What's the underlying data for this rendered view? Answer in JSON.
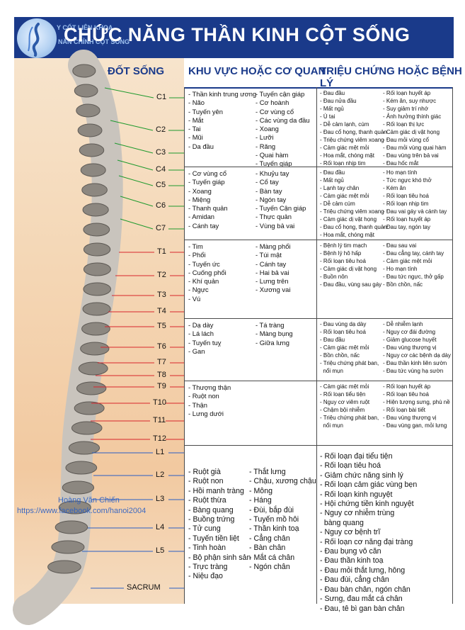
{
  "header": {
    "logo_text": "Y CỐT LIÊN KHOA",
    "logo_sub": "NẮN CHỈNH CỘT SỐNG",
    "title": "CHỨC NĂNG THẦN KINH CỘT SỐNG"
  },
  "columns": {
    "vertebra": "ĐỐT SỐNG",
    "area": "KHU VỰC HOẶC CƠ QUAN",
    "symptoms": "TRIỆU CHỨNG HOẶC BỆNH LÝ"
  },
  "vertebrae": [
    "C1",
    "C2",
    "C3",
    "C4",
    "C5",
    "C6",
    "C7",
    "T1",
    "T2",
    "T3",
    "T4",
    "T5",
    "T6",
    "T7",
    "T8",
    "T9",
    "T10",
    "T11",
    "T12",
    "L1",
    "L2",
    "L3",
    "L4",
    "L5",
    "SACRUM"
  ],
  "rows": [
    {
      "area_a": "- Thần kinh trung ương\n- Não\n- Tuyến yên\n- Mắt\n- Tai\n- Mũi\n- Da đầu",
      "area_b": "- Tuyến cận giáp\n- Cơ hoành\n- Cơ vùng cổ\n- Các vùng da đầu\n- Xoang\n- Lưỡi\n- Răng\n- Quai hàm\n- Tuyến giáp",
      "sym_a": "- Đau đầu\n- Đau nửa đầu\n- Mất ngủ\n- Ù tai\n- Dễ cảm lạnh, cúm\n- Đau cổ họng, thanh quản\n- Triệu chứng viêm xoang\n- Cảm giác mệt mỏi\n- Hoa mắt, chóng mặt\n- Rối loạn nhịp tim",
      "sym_b": "- Rối loạn huyết áp\n- Kém ăn, suy nhược\n- Suy giảm trí nhớ\n- Ảnh hưởng thính giác\n- Rối loạn thị lực\n- Cảm giác dị vật họng\n- Đau mỏi vùng cổ\n- Đau mỏi vùng quai hàm\n- Đau vùng trên bả vai\n- Đau hốc mắt"
    },
    {
      "area_a": "- Cơ vùng cổ\n- Tuyến giáp\n- Xoang\n- Miệng\n- Thanh quản\n- Amidan\n- Cánh tay",
      "area_b": "- Khuỷu tay\n- Cổ tay\n- Bàn tay\n- Ngón tay\n- Tuyến Cận giáp\n- Thực quản\n- Vùng bả vai",
      "sym_a": "- Đau đầu\n- Mất ngủ\n- Lạnh tay chân\n- Cảm giác mệt mỏi\n- Dễ cảm cúm\n- Triệu chứng viêm xoang\n- Cảm giác dị vật họng\n- Đau cổ họng, thanh quản\n- Hoa mắt, chóng mặt",
      "sym_b": "- Ho mạn tính\n- Tức ngực khó thở\n- Kém ăn\n- Rối loạn tiêu hoá\n- Rối loạn nhịp tim\n- Đau vai gáy và cánh tay\n- Rối loạn huyết áp\n- Đau tay, ngón tay"
    },
    {
      "area_a": "- Tim\n- Phổi\n- Tuyến ức\n- Cuống phổi\n- Khí quản\n- Ngực\n- Vú",
      "area_b": "- Màng phổi\n- Túi mật\n- Cánh tay\n- Hai bả vai\n- Lưng trên\n- Xương vai",
      "sym_a": "- Bệnh lý tim mạch\n- Bệnh lý hô hấp\n- Rối loạn tiêu hoá\n- Cảm giác dị vật họng\n- Buồn nôn\n- Đau đầu, vùng sau gáy",
      "sym_b": "- Đau sau vai\n- Đau cẳng tay, cánh tay\n- Cảm giác mệt mỏi\n- Ho mạn tính\n- Đau tức ngực, thở gấp\n- Bồn chồn, nấc"
    },
    {
      "area_a": "- Dạ dày\n- Lá lách\n- Tuyến tuỵ\n- Gan",
      "area_b": "- Tá tràng\n- Màng bụng\n- Giữa lưng",
      "sym_a": "- Đau vùng dạ dày\n- Rối loạn tiêu hoá\n- Đau đầu\n- Cảm giác mệt mỏi\n- Bồn chồn, nấc\n- Triệu chứng phát ban,\n  nổi mụn",
      "sym_b": "- Dễ nhiễm lạnh\n- Nguy cơ đái đường\n- Giảm glucose huyết\n- Đau vùng thượng vị\n- Nguy cơ các bệnh dạ dày\n- Đau thần kinh liên sườn\n- Đau tức vùng hạ sườn"
    },
    {
      "area_a": "- Thượng thận\n- Ruột non\n- Thận\n- Lưng dưới",
      "area_b": "",
      "sym_a": "- Cảm giác mệt mỏi\n- Rối loạn tiểu tiện\n- Nguy cơ viêm ruột\n- Chậm bội nhiễm\n- Triệu chứng phát ban,\n  nổi mụn",
      "sym_b": "- Rối loạn huyết áp\n- Rối loạn tiêu hoá\n- Hiện tượng sưng, phù nề\n- Rối loạn bài tiết\n- Đau vùng thượng vị\n- Đau vùng gan, mỏi lưng"
    },
    {
      "area_a": "- Ruột già\n- Ruột non\n- Hồi manh tràng\n- Ruột thừa\n- Bàng quang\n- Buồng trứng\n- Tử cung\n- Tuyến tiền liệt\n- Tinh hoàn\n- Bộ phận sinh sản\n- Trực tràng\n- Niệu đạo",
      "area_b": "- Thắt lưng\n- Chậu, xương chậu\n- Mông\n- Háng\n- Đùi, bắp đùi\n- Tuyến mồ hôi\n- Thần kinh toạ\n- Cẳng chân\n- Bàn chân\n- Mắt cá chân\n- Ngón chân",
      "sym_a": "- Rối loạn đại tiểu tiện\n- Rối loạn tiêu hoá\n- Giảm chức năng sinh lý\n- Rối loạn cảm giác vùng bẹn\n- Rối loạn kinh nguyệt\n- Hội chứng tiền kinh nguyệt\n- Nguy cơ nhiễm trùng\n  bàng quang\n- Nguy cơ bệnh trĩ\n- Rối loạn cơ năng đại tràng\n- Đau bụng vô căn\n- Đau thần kinh toạ\n- Đau mỏi thắt lưng, hông\n- Đau đùi, cẳng chân\n- Đau bàn chân, ngón chân\n- Sưng, đau mắt cá chân\n- Đau, tê bì gan bàn chân",
      "sym_b": ""
    }
  ],
  "watermark": {
    "name": "Hoàng Văn Chiến",
    "url": "https://www.facebook.com/hanoi2004"
  },
  "colors": {
    "header_bg": "#1a3a8a",
    "cervical_line": "#1f9a2e",
    "thoracic_line": "#d8262b",
    "lumbar_line": "#2a5fc4"
  }
}
